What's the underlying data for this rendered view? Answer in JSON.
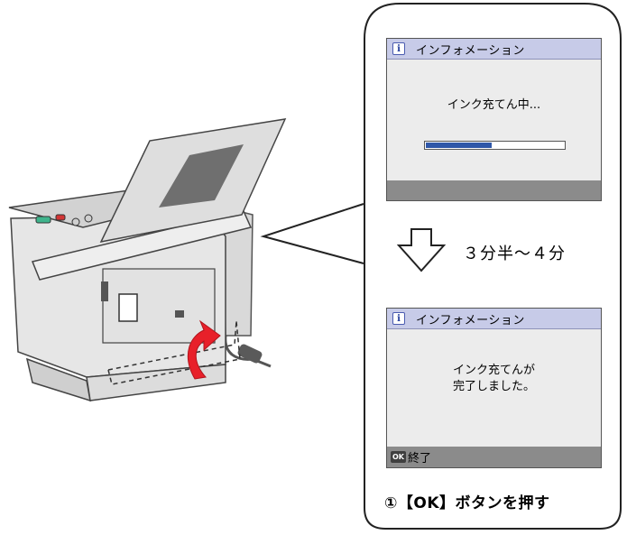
{
  "top_screen": {
    "title": "インフォメーション",
    "message": "インク充てん中...",
    "progress_fraction": 0.48
  },
  "transition": {
    "duration": "３分半〜４分"
  },
  "bottom_screen": {
    "title": "インフォメーション",
    "message_line1": "インク充てんが",
    "message_line2": "完了しました。",
    "ok_icon": "OK",
    "ok_label": "終了"
  },
  "instruction": "①【OK】ボタンを押す",
  "colors": {
    "titlebar": "#c7cbe8",
    "progress": "#2f57a8",
    "footer": "#8b8b8b",
    "arrow": "#e8202a"
  }
}
